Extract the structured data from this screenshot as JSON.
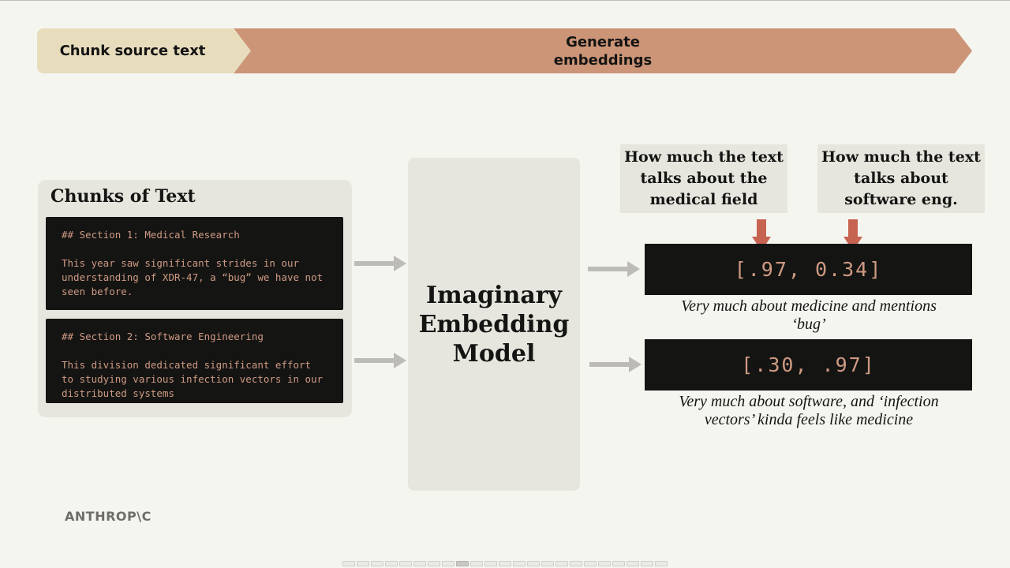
{
  "steps": {
    "step_1": "Chunk source text",
    "step_2": "Generate embeddings"
  },
  "chunks": {
    "title": "Chunks of Text",
    "items": [
      {
        "heading": "## Section 1: Medical Research",
        "body": "This year saw significant strides in our understanding of XDR-47, a “bug” we have not seen before."
      },
      {
        "heading": "## Section 2: Software Engineering",
        "body": "This division dedicated significant effort to studying various infection vectors in our distributed systems"
      }
    ]
  },
  "model": {
    "title": "Imaginary Embedding Model"
  },
  "dimensions": [
    "How much the text talks about the medical field",
    "How much the text talks about software eng."
  ],
  "vectors": [
    {
      "value": "[.97, 0.34]",
      "caption": "Very much about medicine and mentions ‘bug’"
    },
    {
      "value": "[.30, .97]",
      "caption": "Very much about software, and ‘infection vectors’ kinda feels like medicine"
    }
  ],
  "brand": {
    "logo": "ANTHROP\\C"
  },
  "colors": {
    "background": "#f5f5f0",
    "panel": "#e6e5de",
    "step_1": "#e7dcbc",
    "step_2": "#cc9577",
    "code_bg": "#141413",
    "code_text": "#cf9a82",
    "arrow_gray": "#bcbbb5",
    "arrow_red": "#c76351"
  }
}
